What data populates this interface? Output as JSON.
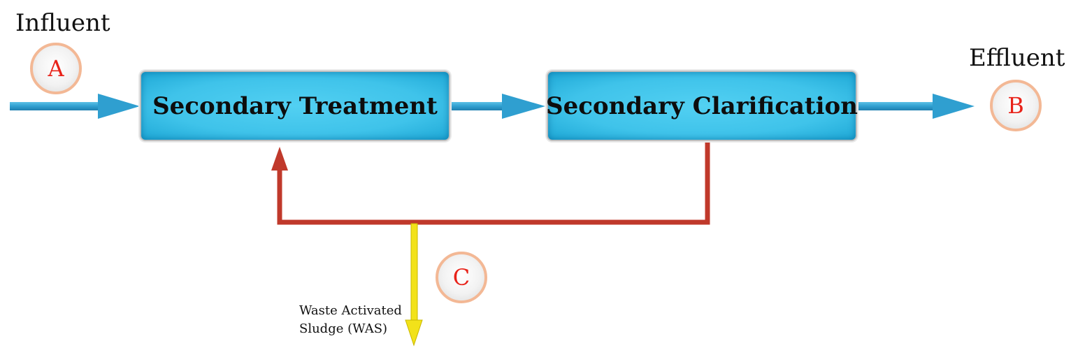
{
  "labels": {
    "influent": "Influent",
    "effluent": "Effluent"
  },
  "boxes": {
    "secondary_treatment": "Secondary Treatment",
    "secondary_clarification": "Secondary Clarification"
  },
  "markers": {
    "a": "A",
    "b": "B",
    "c": "C"
  },
  "was": {
    "line1": "Waste Activated",
    "line2": "Sludge (WAS)"
  },
  "colors": {
    "flow_arrow": "#2f9fd0",
    "return_line": "#c0392b",
    "waste_line": "#f2e21a",
    "box_fill": "#42c5ec",
    "marker_border": "#f3b895",
    "marker_letter": "#e8231a"
  }
}
